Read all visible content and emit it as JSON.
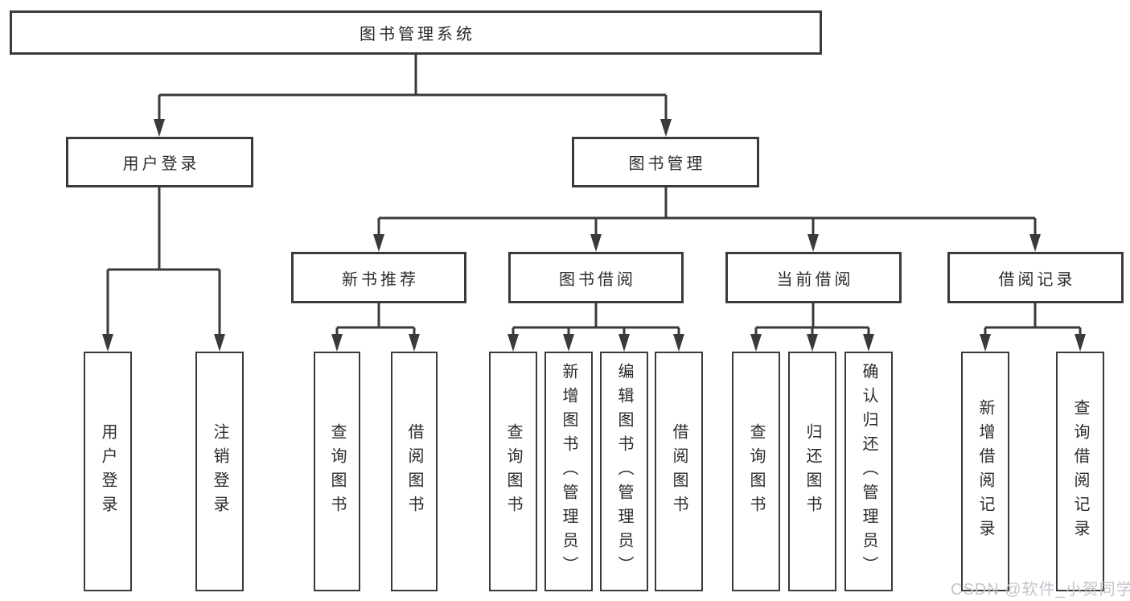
{
  "colors": {
    "line": "#3a3a3a",
    "box_border": "#3a3a3a",
    "text": "#2b2b2b",
    "box_background": "#ffffff",
    "page_background": "#ffffff",
    "watermark": "#c2c6cb"
  },
  "watermark": {
    "text": "CSDN @软件_小贺同学"
  },
  "diagram": {
    "type": "hierarchy-tree",
    "root": {
      "label": "图书管理系统"
    },
    "branches": [
      {
        "label": "用户登录",
        "children": [
          {
            "label": "用户登录"
          },
          {
            "label": "注销登录"
          }
        ]
      },
      {
        "label": "图书管理",
        "children": [
          {
            "label": "新书推荐",
            "children": [
              {
                "label": "查询图书"
              },
              {
                "label": "借阅图书"
              }
            ]
          },
          {
            "label": "图书借阅",
            "children": [
              {
                "label": "查询图书"
              },
              {
                "label": "新增图书（管理员）"
              },
              {
                "label": "编辑图书（管理员）"
              },
              {
                "label": "借阅图书"
              }
            ]
          },
          {
            "label": "当前借阅",
            "children": [
              {
                "label": "查询图书"
              },
              {
                "label": "归还图书"
              },
              {
                "label": "确认归还（管理员）"
              }
            ]
          },
          {
            "label": "借阅记录",
            "children": [
              {
                "label": "新增借阅记录"
              },
              {
                "label": "查询借阅记录"
              }
            ]
          }
        ]
      }
    ]
  }
}
